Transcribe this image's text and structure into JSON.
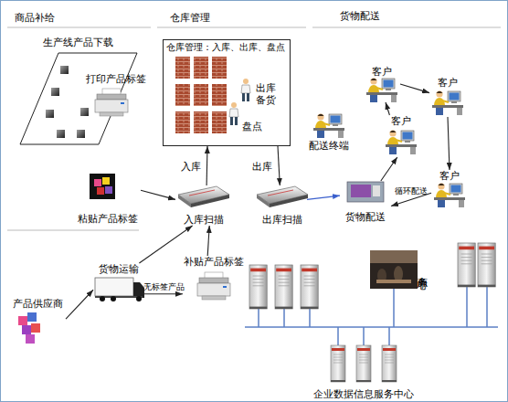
{
  "diagram": {
    "nodes": [
      {
        "text": [
          "生产线产品下载"
        ]
      },
      {
        "text": [
          "打印产品标签"
        ]
      },
      {
        "text": [
          "仓库管理：入库、出库、盘点"
        ]
      },
      {
        "text": [
          "出库备货"
        ],
        "in": 2
      },
      {
        "text": [
          "盘点"
        ],
        "in": 2
      },
      {
        "text": [
          "配送终端"
        ]
      },
      {
        "text": [
          "客户"
        ]
      },
      {
        "text": [
          "客户"
        ]
      },
      {
        "text": [
          "客户"
        ]
      },
      {
        "text": [
          "客户"
        ]
      },
      {
        "text": [
          "粘贴产品标签"
        ]
      },
      {
        "text": [
          "入库扫描"
        ]
      },
      {
        "text": [
          "出库扫描"
        ]
      },
      {
        "text": [
          "货物配送"
        ]
      },
      {
        "text": [
          "货物运输"
        ]
      },
      {
        "text": [
          "补贴产品标签"
        ]
      },
      {
        "text": [
          "产品供应商"
        ]
      },
      {
        "text": [
          "商务中心"
        ]
      },
      {
        "text": [
          "企业数据信息服务中心"
        ]
      }
    ],
    "edges": [
      {
        "from": 10,
        "to": 11,
        "arrow": "to"
      },
      {
        "from": 14,
        "to": 11,
        "arrow": "to"
      },
      {
        "from": 16,
        "to": 14,
        "arrow": "to"
      },
      {
        "from": 14,
        "to": 15,
        "label": "无标签产品",
        "arrow": "to"
      },
      {
        "from": 15,
        "to": 11,
        "arrow": "to"
      },
      {
        "from": 11,
        "to": 2,
        "label": "入库",
        "arrow": "to"
      },
      {
        "from": 2,
        "to": 12,
        "label": "出库",
        "arrow": "to"
      },
      {
        "from": 12,
        "to": 13,
        "arrow": "to"
      },
      {
        "from": 13,
        "to": 8,
        "arrow": "to"
      },
      {
        "from": 8,
        "to": 6,
        "arrow": "to"
      },
      {
        "from": 6,
        "to": 7,
        "arrow": "to"
      },
      {
        "from": 7,
        "to": 9,
        "arrow": "to"
      },
      {
        "from": 9,
        "to": 13,
        "label": "循环配送",
        "arrow": "to"
      }
    ],
    "labels": [
      "商品补给",
      "仓库管理",
      "货物配送"
    ]
  }
}
